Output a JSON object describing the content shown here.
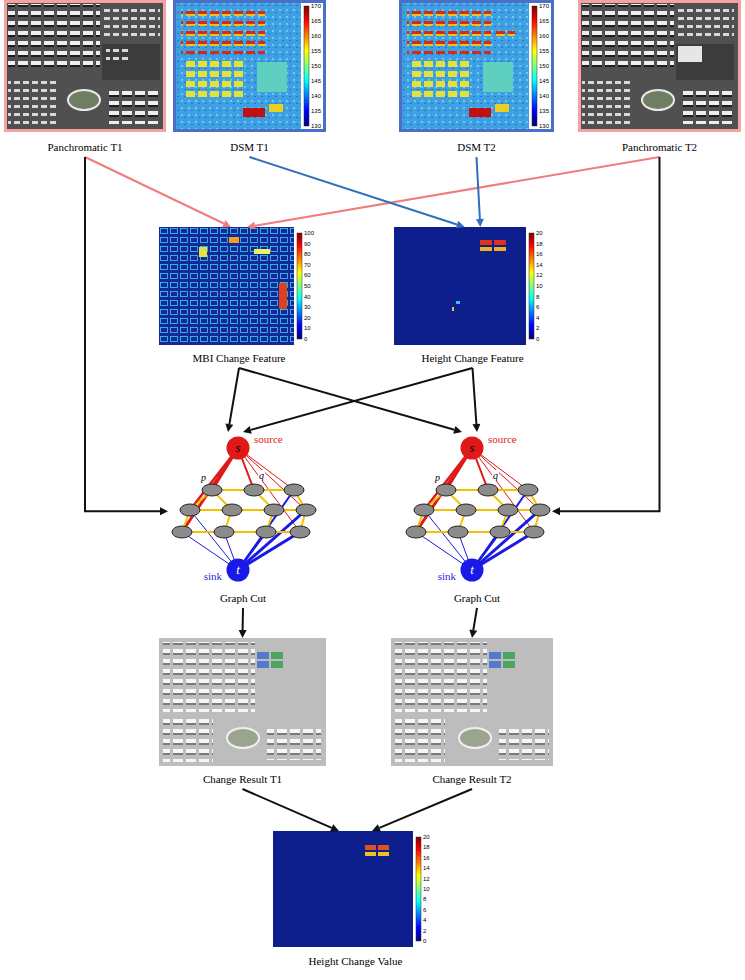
{
  "diagram": {
    "nodes": [
      {
        "text": [
          "Panchromatic T1"
        ]
      },
      {
        "text": [
          "DSM T1"
        ]
      },
      {
        "text": [
          "DSM T2"
        ]
      },
      {
        "text": [
          "Panchromatic T2"
        ]
      },
      {
        "text": [
          "MBI Change Feature"
        ]
      },
      {
        "text": [
          "Height Change Feature"
        ]
      },
      {
        "text": [
          "Graph Cut"
        ]
      },
      {
        "text": [
          "s",
          "source"
        ],
        "in": 6
      },
      {
        "text": [
          "t",
          "sink"
        ],
        "in": 6
      },
      {
        "text": [
          "Graph Cut"
        ]
      },
      {
        "text": [
          "s",
          "source"
        ],
        "in": 9
      },
      {
        "text": [
          "t",
          "sink"
        ],
        "in": 9
      },
      {
        "text": [
          "Change Result T1"
        ]
      },
      {
        "text": [
          "Change Result T2"
        ]
      },
      {
        "text": [
          "Height Change Value"
        ]
      }
    ],
    "edges": [
      {
        "from": 0,
        "to": 4,
        "arrow": "to"
      },
      {
        "from": 3,
        "to": 4,
        "arrow": "to"
      },
      {
        "from": 1,
        "to": 5,
        "arrow": "to"
      },
      {
        "from": 2,
        "to": 5,
        "arrow": "to"
      },
      {
        "from": 0,
        "to": 6,
        "arrow": "to"
      },
      {
        "from": 3,
        "to": 9,
        "arrow": "to"
      },
      {
        "from": 4,
        "to": 6,
        "arrow": "to"
      },
      {
        "from": 4,
        "to": 9,
        "arrow": "to"
      },
      {
        "from": 5,
        "to": 6,
        "arrow": "to"
      },
      {
        "from": 5,
        "to": 9,
        "arrow": "to"
      },
      {
        "from": 6,
        "to": 12,
        "arrow": "to"
      },
      {
        "from": 9,
        "to": 13,
        "arrow": "to"
      },
      {
        "from": 12,
        "to": 14,
        "arrow": "to"
      },
      {
        "from": 13,
        "to": 14,
        "arrow": "to"
      }
    ],
    "labels": [
      "170",
      "165",
      "160",
      "155",
      "150",
      "145",
      "140",
      "135",
      "130",
      "170",
      "165",
      "160",
      "155",
      "150",
      "145",
      "140",
      "135",
      "130",
      "100",
      "90",
      "80",
      "70",
      "60",
      "50",
      "40",
      "30",
      "20",
      "10",
      "0",
      "20",
      "18",
      "16",
      "14",
      "12",
      "10",
      "8",
      "6",
      "4",
      "2",
      "0",
      "p",
      "q",
      "p",
      "q",
      "20",
      "18",
      "16",
      "14",
      "12",
      "10",
      "8",
      "6",
      "4",
      "2",
      "0"
    ]
  }
}
